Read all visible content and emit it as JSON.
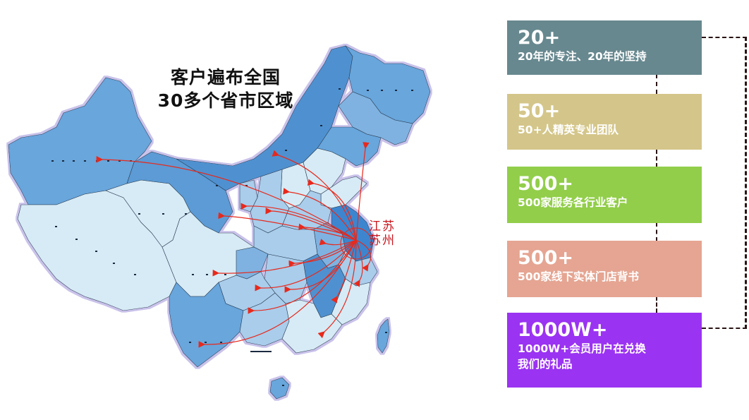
{
  "map": {
    "title_line1": "客户遍布全国",
    "title_line2": "30多个省市区域",
    "origin": {
      "province": "江苏",
      "city": "苏州",
      "arrow_color": "#e8291c"
    },
    "colors": {
      "dark_blue": "#5b9bd5",
      "mid_blue": "#7fb2e0",
      "light_blue": "#a9cdeb",
      "pale_blue": "#d6ebf5",
      "border_glow": "#c5c0e6",
      "origin_fill": "#3d86cf"
    }
  },
  "stats": [
    {
      "value": "20+",
      "desc_line1": "20年的专注、20年的坚持",
      "desc_line2": "",
      "color": "#67888f"
    },
    {
      "value": "50+",
      "desc_line1": "50+人精英专业团队",
      "desc_line2": "",
      "color": "#d4c68a"
    },
    {
      "value": "500+",
      "desc_line1": "500家服务各行业客户",
      "desc_line2": "",
      "color": "#92ce4a"
    },
    {
      "value": "500+",
      "desc_line1": "500家线下实体门店背书",
      "desc_line2": "",
      "color": "#e5a592"
    },
    {
      "value": "1000W+",
      "desc_line1": "1000W+会员用户在兑换",
      "desc_line2": "我们的礼品",
      "color": "#9b33f2"
    }
  ]
}
